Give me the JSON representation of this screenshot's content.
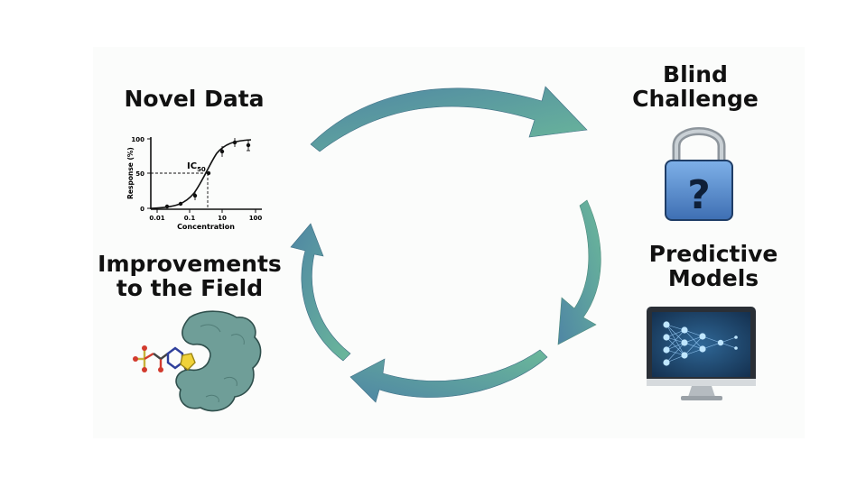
{
  "labels": {
    "novel_data": "Novel Data",
    "blind_challenge_line1": "Blind",
    "blind_challenge_line2": "Challenge",
    "predictive_models_line1": "Predictive",
    "predictive_models_line2": "Models",
    "improvements_line1": "Improvements",
    "improvements_line2": "to the Field"
  },
  "dose_response": {
    "ylabel": "Response (%)",
    "xlabel": "Concentration",
    "annotation": "IC",
    "annotation_sub": "50",
    "y_ticks": [
      "0",
      "50",
      "100"
    ],
    "x_ticks": [
      "0.01",
      "0.1",
      "10",
      "100"
    ]
  },
  "icons": {
    "lock": "padlock-question-icon",
    "lock_symbol": "?",
    "monitor": "neural-network-monitor-icon",
    "protein": "protein-ligand-icon"
  },
  "colors": {
    "arrow_start": "#4f86a4",
    "arrow_end": "#6bb89a",
    "lock_body": "#5b8fd0",
    "protein": "#6f9e98",
    "monitor_screen": "#1c3f66"
  }
}
